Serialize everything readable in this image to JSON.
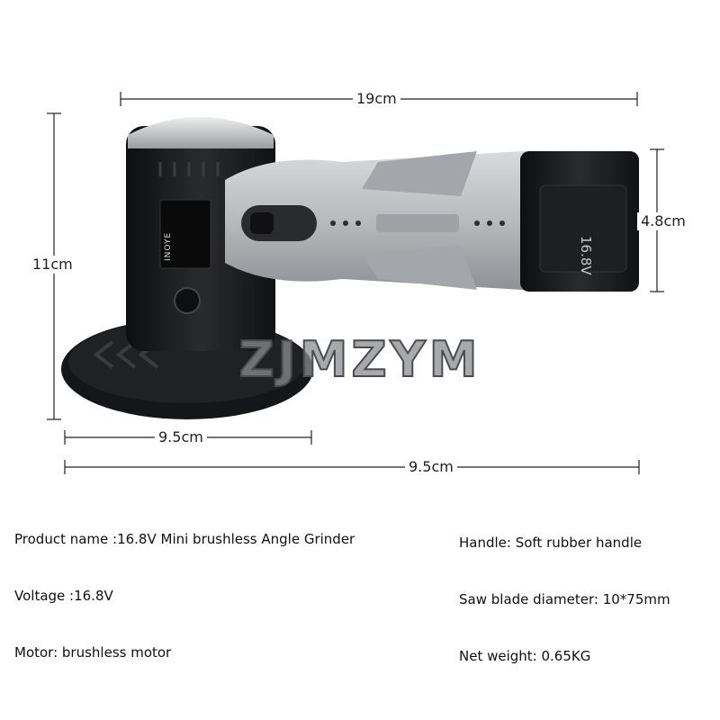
{
  "dimensions": {
    "top_width": "19cm",
    "height": "11cm",
    "battery_height": "4.8cm",
    "base_width": "9.5cm",
    "total_width": "9.5cm"
  },
  "device": {
    "battery_label": "16.8V",
    "brand_label": "INOYE"
  },
  "watermark": {
    "text": "ZJMZYM"
  },
  "specs": {
    "product_name": "Product name :16.8V Mini brushless Angle Grinder",
    "voltage": "Voltage :16.8V",
    "motor": "Motor: brushless motor",
    "handle": "Handle: Soft rubber handle",
    "saw_blade": "Saw blade diameter: 10*75mm",
    "net_weight": "Net weight: 0.65KG"
  },
  "colors": {
    "body_silver": "#b9bcbf",
    "body_black": "#1b1c1e",
    "line_color": "#222222"
  }
}
